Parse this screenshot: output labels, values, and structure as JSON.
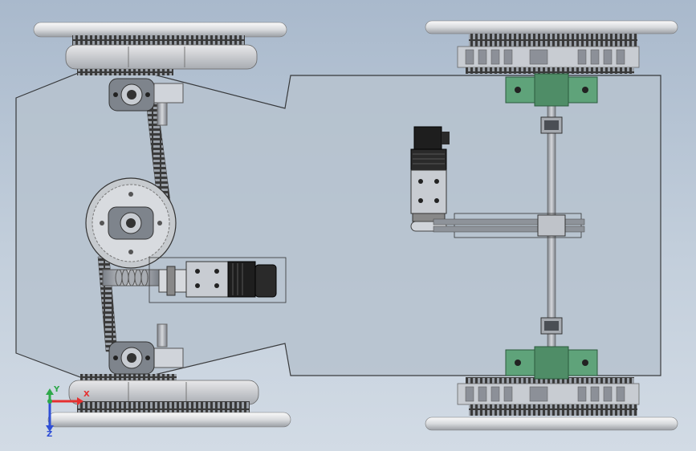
{
  "triad": {
    "x_label": "X",
    "y_label": "Y",
    "z_label": "Z",
    "x_color": "#e53030",
    "y_color": "#2ea84a",
    "z_color": "#2f4fd6"
  },
  "colors": {
    "background_top": "#a9b9cc",
    "background_bottom": "#d2dbe5",
    "chassis_fill": "#b7c3cf",
    "chassis_outline": "#222222",
    "bearing_block_green": "#5fa37a",
    "wheel_rim": "#e6e8ec",
    "chain_dark": "#2a2a2a",
    "motor_black": "#1e1e1e"
  }
}
